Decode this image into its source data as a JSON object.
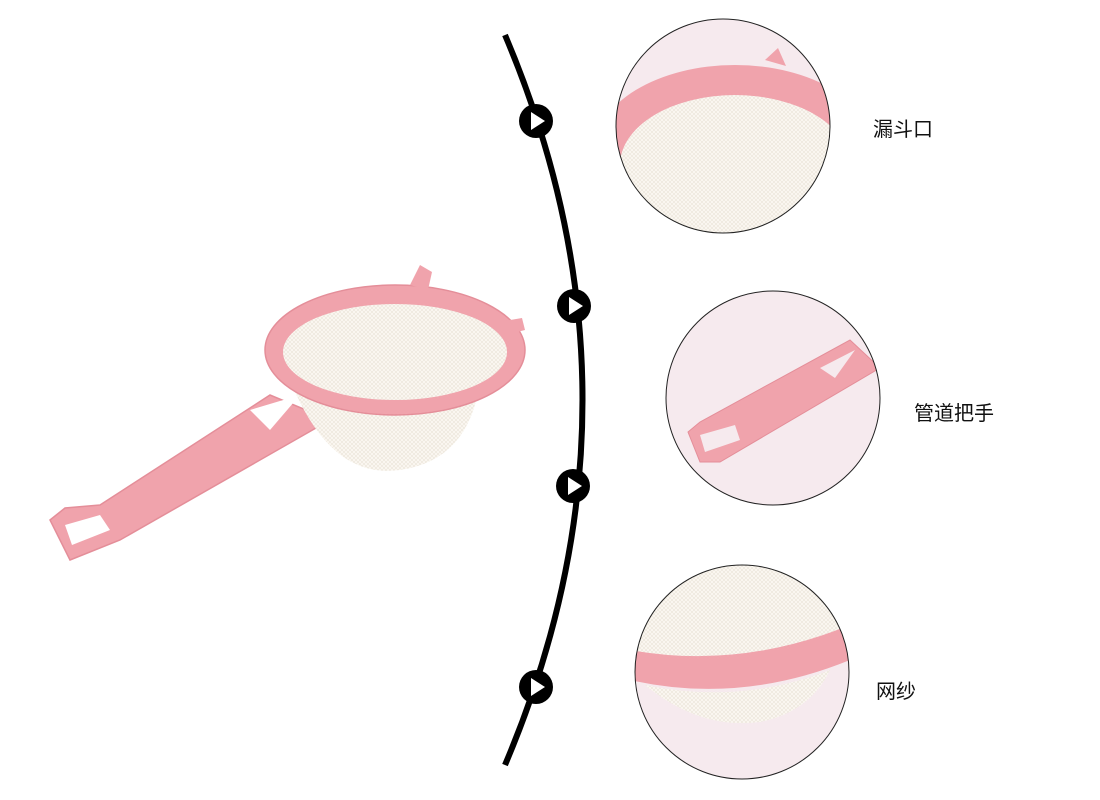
{
  "features": [
    {
      "label": "漏斗口"
    },
    {
      "label": "管道把手"
    },
    {
      "label": "网纱"
    }
  ],
  "colors": {
    "pink": "#f0a3ac",
    "mesh": "#f7f3ec",
    "circle_bg": "#f6eaee",
    "line": "#000000"
  }
}
